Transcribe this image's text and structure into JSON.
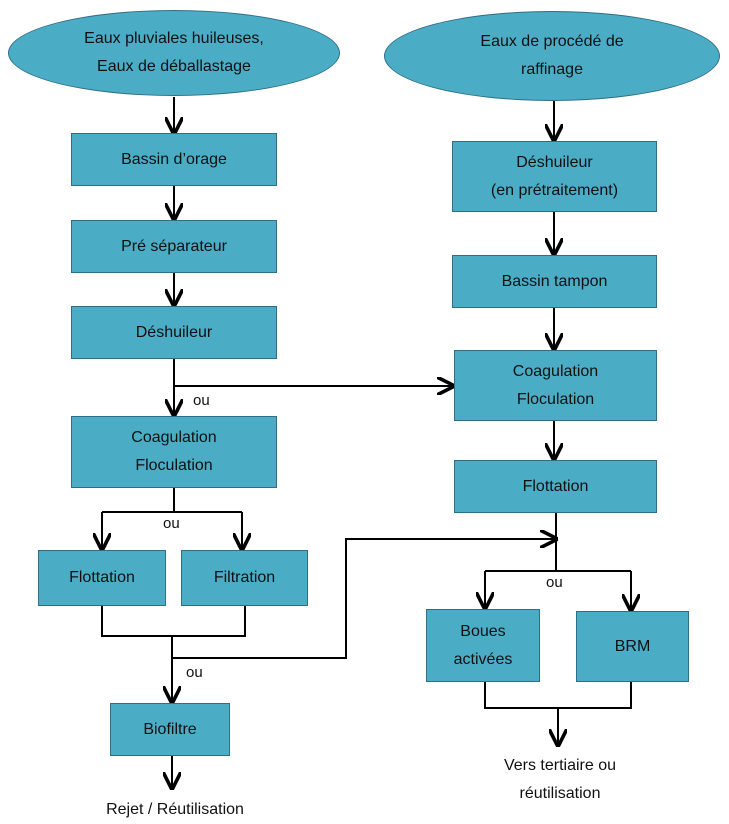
{
  "left_chain": {
    "source": "Eaux pluviales huileuses,\nEaux de déballastage",
    "bassin_orage": "Bassin d’orage",
    "pre_separateur": "Pré séparateur",
    "deshuileur": "Déshuileur",
    "coagulation": "Coagulation\nFloculation",
    "flottation": "Flottation",
    "filtration": "Filtration",
    "biofiltre": "Biofiltre",
    "outlet": "Rejet / Réutilisation"
  },
  "right_chain": {
    "source": "Eaux de procédé de\nraffinage",
    "deshuileur": "Déshuileur\n(en prétraitement)",
    "bassin_tampon": "Bassin tampon",
    "coagulation": "Coagulation\nFloculation",
    "flottation": "Flottation",
    "boues_activees": "Boues\nactivées",
    "brm": "BRM",
    "outlet": "Vers tertiaire ou\nréutilisation"
  },
  "or_label": "ou",
  "colors": {
    "box_fill": "#4bacc6",
    "box_border": "#2f6f86",
    "arrow": "#000000"
  }
}
